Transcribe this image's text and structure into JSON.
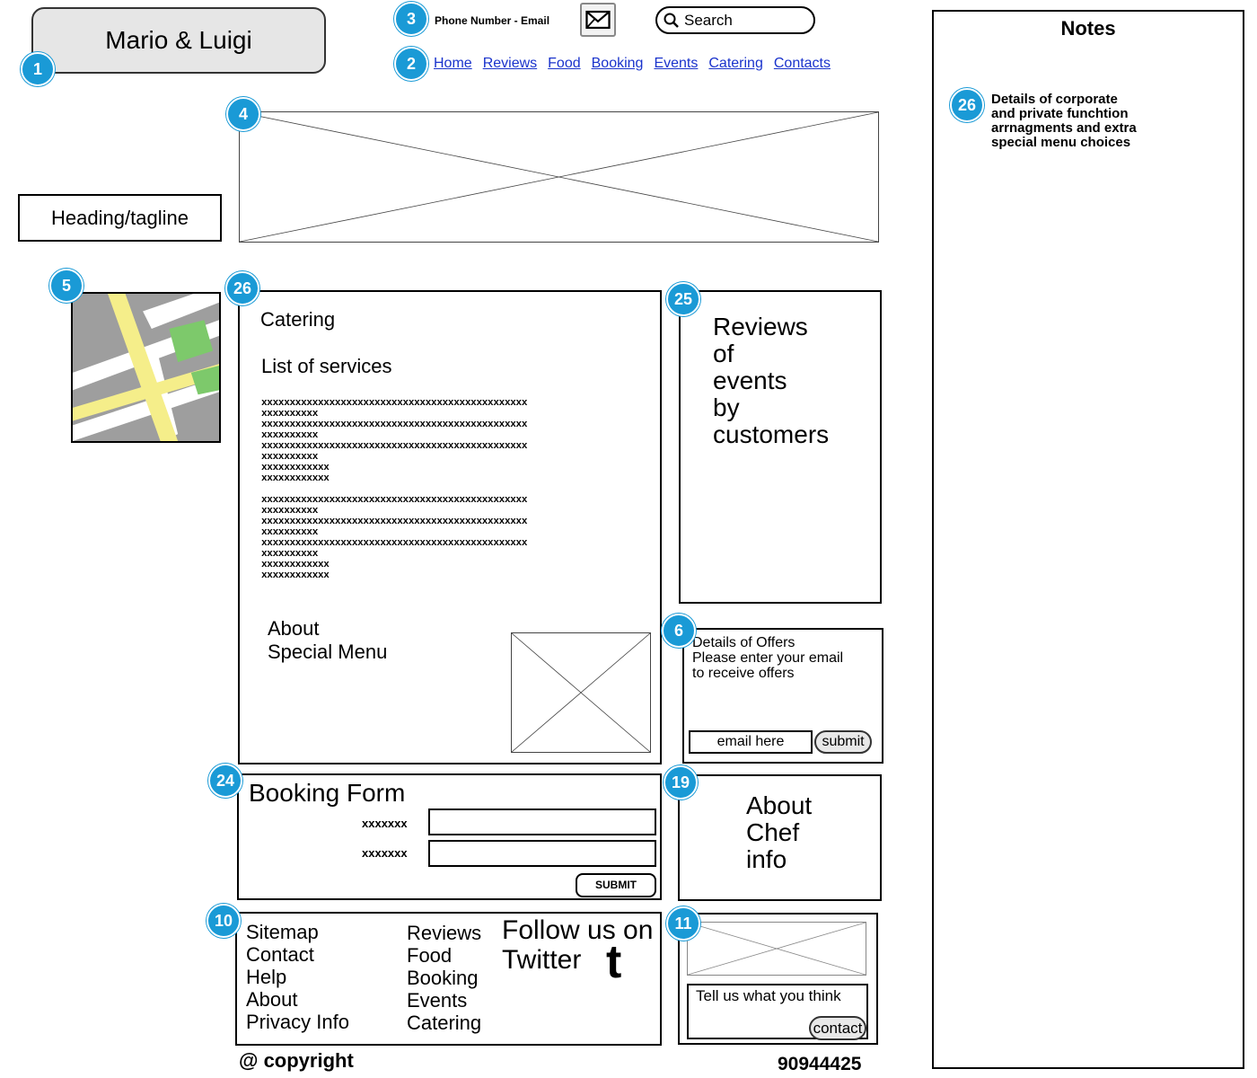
{
  "brand": {
    "name": "Mario & Luigi"
  },
  "markers": {
    "logo": "1",
    "nav": "2",
    "contact": "3",
    "banner": "4",
    "map": "5",
    "offers": "6",
    "footer": "10",
    "contact_widget": "11",
    "chef": "19",
    "booking": "24",
    "reviews": "25",
    "catering": "26",
    "notes_item": "26"
  },
  "header": {
    "contact_text": "Phone Number - Email",
    "search_placeholder": "Search",
    "nav": [
      "Home",
      "Reviews",
      "Food",
      "Booking",
      "Events",
      "Catering",
      "Contacts"
    ]
  },
  "tagline": "Heading/tagline",
  "catering": {
    "title": "Catering",
    "subtitle": "List of services",
    "filler_block_1": "xxxxxxxxxxxxxxxxxxxxxxxxxxxxxxxxxxxxxxxxxxxxxxx\nxxxxxxxxxx\nxxxxxxxxxxxxxxxxxxxxxxxxxxxxxxxxxxxxxxxxxxxxxxx\nxxxxxxxxxx\nxxxxxxxxxxxxxxxxxxxxxxxxxxxxxxxxxxxxxxxxxxxxxxx\nxxxxxxxxxx\nxxxxxxxxxxxx\nxxxxxxxxxxxx",
    "filler_block_2": "xxxxxxxxxxxxxxxxxxxxxxxxxxxxxxxxxxxxxxxxxxxxxxx\nxxxxxxxxxx\nxxxxxxxxxxxxxxxxxxxxxxxxxxxxxxxxxxxxxxxxxxxxxxx\nxxxxxxxxxx\nxxxxxxxxxxxxxxxxxxxxxxxxxxxxxxxxxxxxxxxxxxxxxxx\nxxxxxxxxxx\nxxxxxxxxxxxx\nxxxxxxxxxxxx",
    "about_line1": "About",
    "about_line2": "Special Menu"
  },
  "reviews": {
    "lines": [
      "Reviews",
      "of",
      "events",
      "by",
      "customers"
    ]
  },
  "offers": {
    "line1": "Details of Offers",
    "line2": "Please enter your email",
    "line3": "to receive offers",
    "email_placeholder": "email here",
    "submit_label": "submit"
  },
  "booking": {
    "title": "Booking Form",
    "field1_label": "xxxxxxx",
    "field2_label": "xxxxxxx",
    "submit_label": "SUBMIT"
  },
  "chef": {
    "lines": [
      "About",
      "Chef",
      "info"
    ]
  },
  "footer": {
    "col1": [
      "Sitemap",
      "Contact",
      "Help",
      "About",
      "Privacy Info"
    ],
    "col2": [
      "Reviews",
      "Food",
      "Booking",
      "Events",
      "Catering"
    ],
    "follow_line1": "Follow us on",
    "follow_line2": "Twitter",
    "twitter_glyph": "t"
  },
  "contact_widget": {
    "prompt": "Tell us what you think",
    "button": "contact"
  },
  "copyright": "@ copyright",
  "footer_number": "90944425",
  "notes": {
    "title": "Notes",
    "item_text": "Details of corporate\nand private funchtion\narrnagments and extra\nspecial menu choices"
  },
  "icons": {
    "envelope": "envelope-icon",
    "search": "search-icon",
    "map": "map-icon"
  },
  "colors": {
    "marker": "#1a9ad6",
    "link": "#1a33cc",
    "logo_bg": "#e6e6e6",
    "map_road": "#f5ee8a",
    "map_park": "#7dc96b"
  }
}
